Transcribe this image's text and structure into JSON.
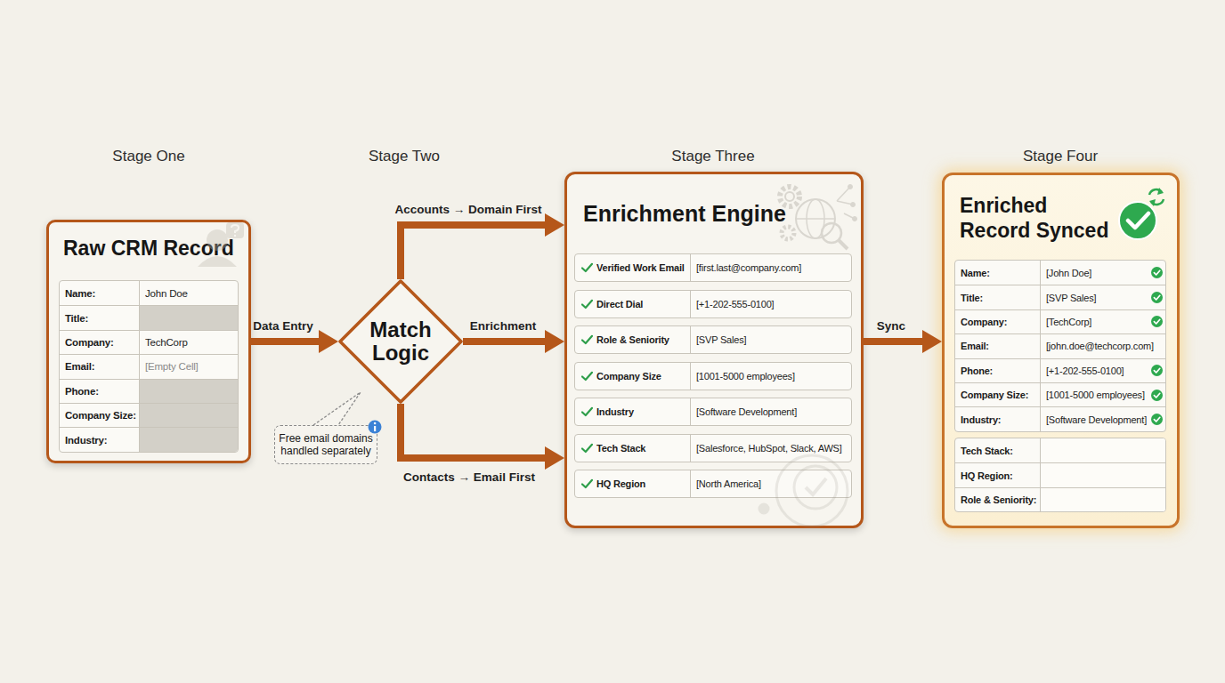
{
  "diagram": {
    "nodes": [
      {
        "text": [
          "Raw CRM Record",
          "Name:",
          "John Doe",
          "Title:",
          "Company:",
          "TechCorp",
          "Email:",
          "[Empty Cell]",
          "Phone:",
          "Company Size:",
          "Industry:"
        ]
      },
      {
        "text": [
          "Match Logic"
        ]
      },
      {
        "text": [
          "Free email domains handled separately"
        ]
      },
      {
        "text": [
          "Enrichment Engine",
          "Verified Work Email",
          "[first.last@company.com]",
          "Direct Dial",
          "[+1-202-555-0100]",
          "Role & Seniority",
          "[SVP Sales]",
          "Company Size",
          "[1001-5000 employees]",
          "Industry",
          "[Software Development]",
          "Tech Stack",
          "[Salesforce, HubSpot, Slack, AWS]",
          "HQ Region",
          "[North America]"
        ]
      },
      {
        "text": [
          "Enriched Record Synced",
          "Name:",
          "[John Doe]",
          "Title:",
          "[SVP Sales]",
          "Company:",
          "[TechCorp]",
          "Email:",
          "[john.doe@techcorp.com]",
          "Phone:",
          "[+1-202-555-0100]",
          "Company Size:",
          "[1001-5000 employees]",
          "Industry:",
          "[Software Development]",
          "Tech Stack:",
          "HQ Region:",
          "Role & Seniority:"
        ]
      }
    ],
    "edges": [
      {
        "from": 0,
        "to": 1,
        "label": "Data Entry",
        "arrow": "to"
      },
      {
        "from": 1,
        "to": 3,
        "label": "Accounts → Domain First",
        "arrow": "to"
      },
      {
        "from": 1,
        "to": 3,
        "label": "Enrichment",
        "arrow": "to"
      },
      {
        "from": 1,
        "to": 3,
        "label": "Contacts → Email First",
        "arrow": "to"
      },
      {
        "from": 3,
        "to": 4,
        "label": "Sync",
        "arrow": "to"
      }
    ],
    "labels": [
      "Stage One",
      "Stage Two",
      "Stage Three",
      "Stage Four"
    ]
  }
}
